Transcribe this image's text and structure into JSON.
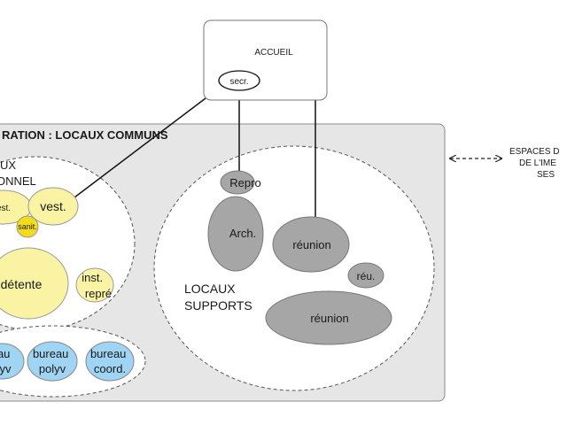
{
  "accueil": {
    "title": "ACCUEIL",
    "secr": "secr."
  },
  "communs": {
    "title": "RATION : LOCAUX COMMUNS",
    "personnel": {
      "title_line1": "UX",
      "title_line2": "ONNEL",
      "vest_left": "est.",
      "vest": "vest.",
      "sanit": "sanit.",
      "detente": "détente",
      "inst_line1": "inst.",
      "inst_line2": "repré"
    },
    "bureaux": {
      "b1_line1": "au",
      "b1_line2": "yv",
      "b2_line1": "bureau",
      "b2_line2": "polyv",
      "b3_line1": "bureau",
      "b3_line2": "coord."
    },
    "supports": {
      "title_line1": "LOCAUX",
      "title_line2": "SUPPORTS",
      "repro": "Repro",
      "arch": "Arch.",
      "reunion_1": "réunion",
      "reu_small": "réu.",
      "reunion_2": "réunion"
    }
  },
  "espaces": {
    "line1": "ESPACES D",
    "line2": "DE L'IME",
    "line3": "SES"
  },
  "colors": {
    "panel": "#e6e6e6",
    "yellow_light": "#fbf3a4",
    "yellow_dark": "#f3dc1e",
    "blue": "#9fd4f2",
    "gray_node": "#a6a6a6"
  }
}
